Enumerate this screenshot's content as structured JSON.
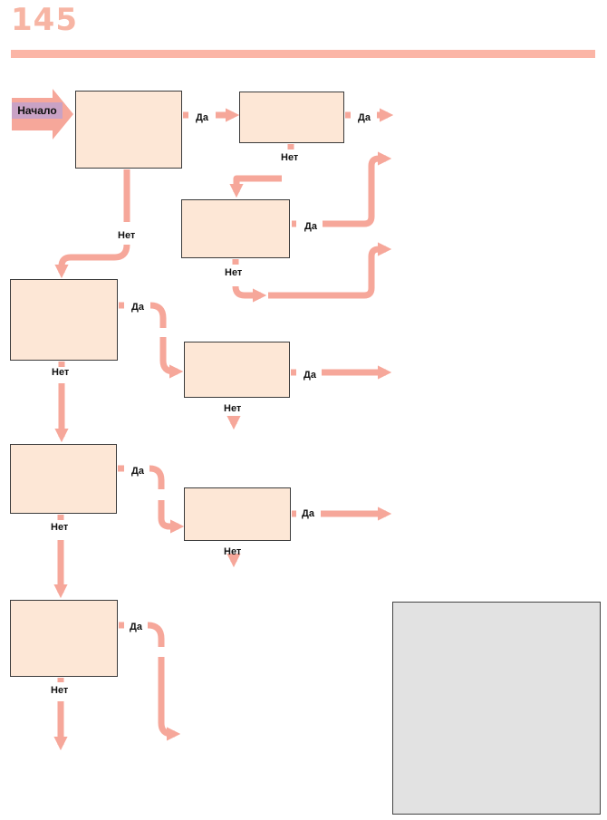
{
  "header": {
    "page_number": "145"
  },
  "flowchart": {
    "start_label": "Начало",
    "yes_label": "Да",
    "no_label": "Нет"
  },
  "colors": {
    "arrow": "#f6a79a",
    "box_fill": "#fde7d6",
    "header_rule": "#fbb5a6",
    "start_label_bg": "#c9a2c5",
    "note_fill": "#e2e2e2"
  }
}
